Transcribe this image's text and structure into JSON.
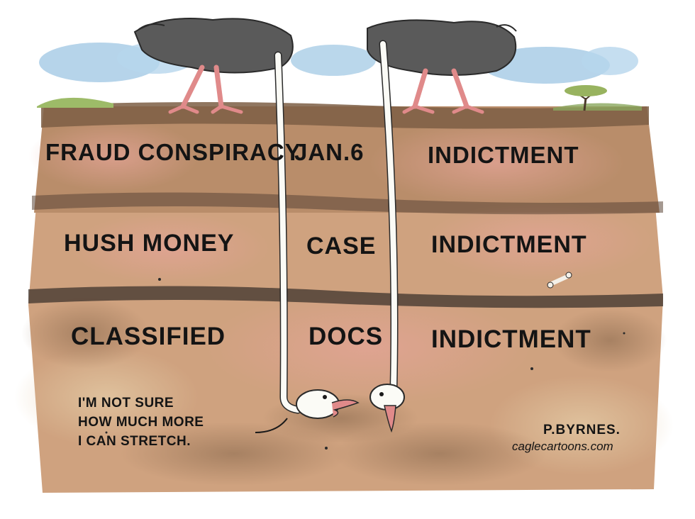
{
  "strata": {
    "row1": {
      "left": "FRAUD CONSPIRACY",
      "middle": "JAN.6",
      "right": "INDICTMENT"
    },
    "row2": {
      "left": "HUSH MONEY",
      "middle": "CASE",
      "right": "INDICTMENT"
    },
    "row3": {
      "left": "CLASSIFIED",
      "middle": "DOCS",
      "right": "INDICTMENT"
    }
  },
  "caption": {
    "line1": "I'M NOT SURE",
    "line2": "HOW MUCH MORE",
    "line3": "I CAN STRETCH."
  },
  "signature": {
    "artist": "P.BYRNES.",
    "site": "caglecartoons.com"
  },
  "colors": {
    "sky": "#a9cde6",
    "topsoil": "#8a6a4c",
    "soil": "#c49a77",
    "soil_pink": "#d9a291",
    "ostrich_body": "#5a5a5a",
    "ostrich_legs": "#e08a8a"
  }
}
